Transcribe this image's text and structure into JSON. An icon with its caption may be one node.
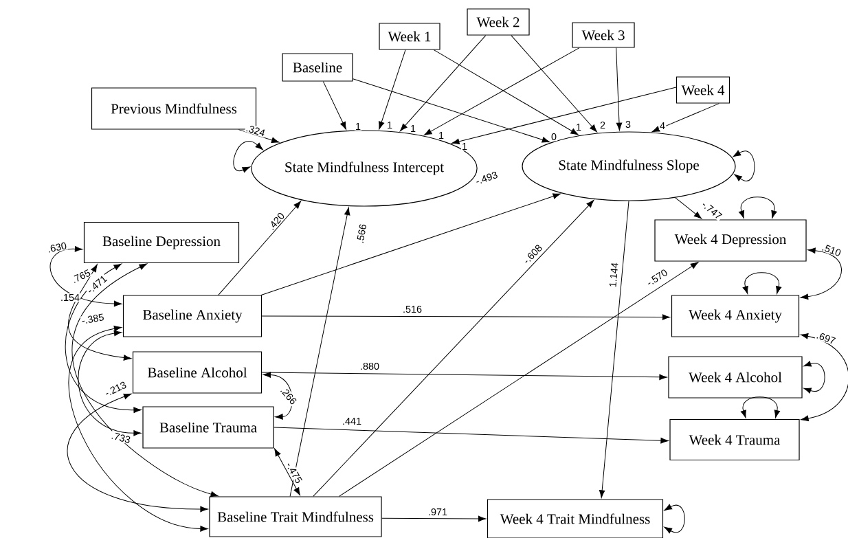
{
  "diagram": {
    "nodes": [
      {
        "text": [
          "Previous Mindfulness"
        ]
      },
      {
        "text": [
          "Baseline"
        ]
      },
      {
        "text": [
          "Week 1"
        ]
      },
      {
        "text": [
          "Week 2"
        ]
      },
      {
        "text": [
          "Week 3"
        ]
      },
      {
        "text": [
          "Week 4"
        ]
      },
      {
        "text": [
          "State Mindfulness Intercept"
        ]
      },
      {
        "text": [
          "State Mindfulness Slope"
        ]
      },
      {
        "text": [
          "Baseline Depression"
        ]
      },
      {
        "text": [
          "Baseline Anxiety"
        ]
      },
      {
        "text": [
          "Baseline Alcohol"
        ]
      },
      {
        "text": [
          "Baseline Trauma"
        ]
      },
      {
        "text": [
          "Baseline Trait Mindfulness"
        ]
      },
      {
        "text": [
          "Week 4 Depression"
        ]
      },
      {
        "text": [
          "Week 4 Anxiety"
        ]
      },
      {
        "text": [
          "Week 4 Alcohol"
        ]
      },
      {
        "text": [
          "Week 4 Trauma"
        ]
      },
      {
        "text": [
          "Week 4 Trait Mindfulness"
        ]
      }
    ],
    "edges": [
      {
        "from": 0,
        "to": 6,
        "arrow": "to",
        "label": ".324"
      },
      {
        "from": 1,
        "to": 6,
        "arrow": "to",
        "label": "1"
      },
      {
        "from": 2,
        "to": 6,
        "arrow": "to",
        "label": "1"
      },
      {
        "from": 3,
        "to": 6,
        "arrow": "to",
        "label": "1"
      },
      {
        "from": 4,
        "to": 6,
        "arrow": "to",
        "label": "1"
      },
      {
        "from": 5,
        "to": 6,
        "arrow": "to",
        "label": "1"
      },
      {
        "from": 1,
        "to": 7,
        "arrow": "to",
        "label": "0"
      },
      {
        "from": 2,
        "to": 7,
        "arrow": "to",
        "label": "1"
      },
      {
        "from": 3,
        "to": 7,
        "arrow": "to",
        "label": "2"
      },
      {
        "from": 4,
        "to": 7,
        "arrow": "to",
        "label": "3"
      },
      {
        "from": 5,
        "to": 7,
        "arrow": "to",
        "label": "4"
      },
      {
        "from": 9,
        "to": 6,
        "arrow": "to",
        "label": ".420"
      },
      {
        "from": 9,
        "to": 7,
        "arrow": "to",
        "label": "-.493"
      },
      {
        "from": 12,
        "to": 6,
        "arrow": "to",
        "label": ".566"
      },
      {
        "from": 12,
        "to": 7,
        "arrow": "to",
        "label": "-.608"
      },
      {
        "from": 12,
        "to": 13,
        "arrow": "to",
        "label": "-.570"
      },
      {
        "from": 7,
        "to": 13,
        "arrow": "to",
        "label": "-.747"
      },
      {
        "from": 7,
        "to": 17,
        "arrow": "to",
        "label": "1.144"
      },
      {
        "from": 9,
        "to": 14,
        "arrow": "to",
        "label": ".516"
      },
      {
        "from": 10,
        "to": 15,
        "arrow": "to",
        "label": ".880"
      },
      {
        "from": 11,
        "to": 16,
        "arrow": "to",
        "label": ".441"
      },
      {
        "from": 12,
        "to": 17,
        "arrow": "to",
        "label": ".971"
      },
      {
        "from": 8,
        "to": 9,
        "arrow": "both",
        "label": ".630"
      },
      {
        "from": 8,
        "to": 10,
        "arrow": "both",
        "label": ".154"
      },
      {
        "from": 8,
        "to": 11,
        "arrow": "both",
        "label": ".765"
      },
      {
        "from": 8,
        "to": 12,
        "arrow": "both",
        "label": "-.471"
      },
      {
        "from": 9,
        "to": 11,
        "arrow": "both",
        "label": ".733"
      },
      {
        "from": 9,
        "to": 12,
        "arrow": "both",
        "label": "-.385"
      },
      {
        "from": 10,
        "to": 11,
        "arrow": "both",
        "label": ".266"
      },
      {
        "from": 10,
        "to": 12,
        "arrow": "both",
        "label": "-.213"
      },
      {
        "from": 11,
        "to": 12,
        "arrow": "both",
        "label": "-.475"
      },
      {
        "from": 13,
        "to": 14,
        "arrow": "both",
        "label": ".510"
      },
      {
        "from": 14,
        "to": 16,
        "arrow": "both",
        "label": ".697"
      },
      {
        "from": 6,
        "to": 6,
        "arrow": "both"
      },
      {
        "from": 7,
        "to": 7,
        "arrow": "both"
      },
      {
        "from": 13,
        "to": 13,
        "arrow": "both"
      },
      {
        "from": 14,
        "to": 14,
        "arrow": "both"
      },
      {
        "from": 15,
        "to": 15,
        "arrow": "both"
      },
      {
        "from": 16,
        "to": 16,
        "arrow": "both"
      },
      {
        "from": 17,
        "to": 17,
        "arrow": "both"
      }
    ]
  }
}
